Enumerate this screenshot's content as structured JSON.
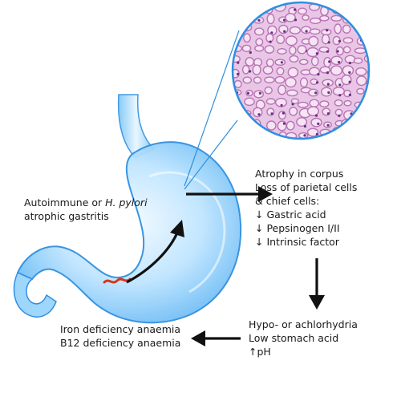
{
  "colors": {
    "stomach_fill": "#8fd0ff",
    "stomach_edge": "#2f8fe0",
    "tissue_bg": "#e9c6e6",
    "tissue_cell": "#b873b4",
    "bacterium": "#d8361a",
    "arrow": "#111111",
    "text": "#1a1a1a"
  },
  "cause": {
    "line1_prefix": "Autoimmune or ",
    "line1_italic": "H. pylori",
    "line2": "atrophic gastritis"
  },
  "effects": [
    "Atrophy in corpus",
    "Loss of parietal cells",
    "& chief cells:",
    "↓ Gastric acid",
    "↓ Pepsinogen I/II",
    "↓ Intrinsic factor"
  ],
  "hypo": [
    "Hypo- or achlorhydria",
    "Low stomach acid",
    "↑pH"
  ],
  "anaemia": [
    "Iron deficiency anaemia",
    "B12 deficiency anaemia"
  ]
}
